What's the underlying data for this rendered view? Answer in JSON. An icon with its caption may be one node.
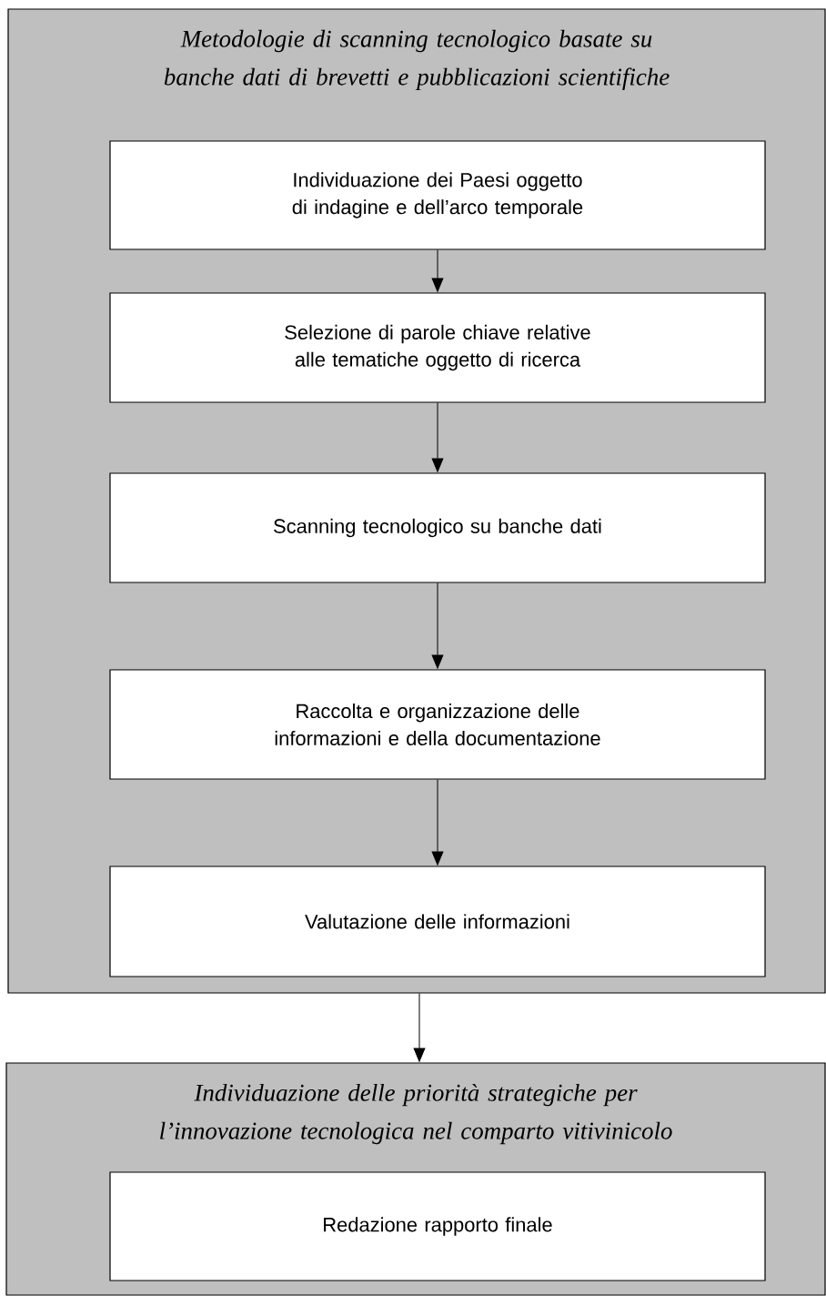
{
  "diagram": {
    "nodes": [
      {
        "text": [
          "Metodologie di scanning tecnologico basate su banche dati di brevetti e pubblicazioni scientifiche"
        ]
      },
      {
        "text": [
          "Individuazione dei Paesi oggetto di indagine e dell’arco temporale"
        ],
        "in": 0
      },
      {
        "text": [
          "Selezione di parole chiave relative alle tematiche oggetto di ricerca"
        ],
        "in": 0
      },
      {
        "text": [
          "Scanning tecnologico su banche dati"
        ],
        "in": 0
      },
      {
        "text": [
          "Raccolta e organizzazione delle informazioni e della documentazione"
        ],
        "in": 0
      },
      {
        "text": [
          "Valutazione delle informazioni"
        ],
        "in": 0
      },
      {
        "text": [
          "Individuazione delle priorità strategiche per l’innovazione tecnologica nel comparto vitivinicolo"
        ]
      },
      {
        "text": [
          "Redazione rapporto finale"
        ],
        "in": 6
      }
    ],
    "edges": [
      {
        "from": 1,
        "to": 2,
        "arrow": "to"
      },
      {
        "from": 2,
        "to": 3,
        "arrow": "to"
      },
      {
        "from": 3,
        "to": 4,
        "arrow": "to"
      },
      {
        "from": 4,
        "to": 5,
        "arrow": "to"
      },
      {
        "from": 0,
        "to": 6,
        "arrow": "to"
      }
    ]
  }
}
